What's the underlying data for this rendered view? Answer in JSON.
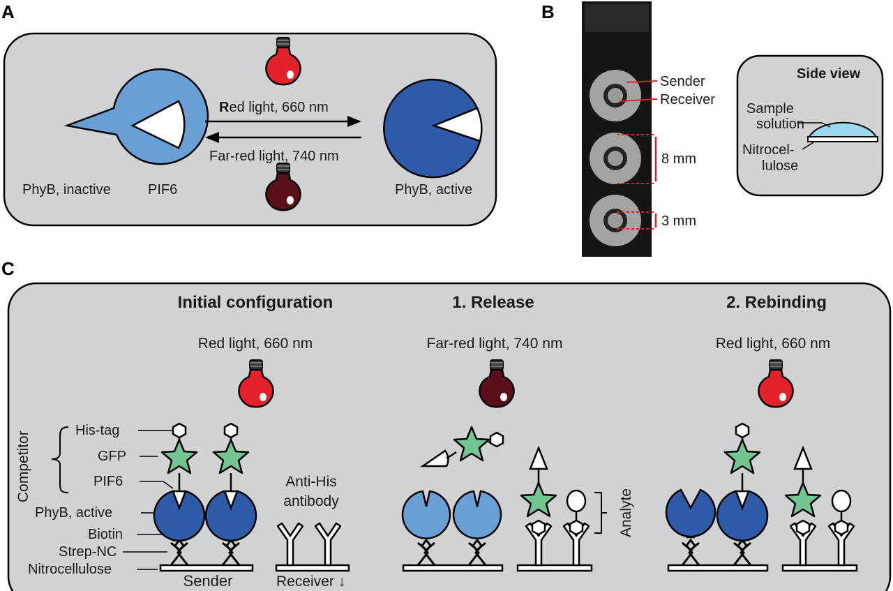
{
  "panels": {
    "a": "A",
    "b": "B",
    "c": "C"
  },
  "panel_a": {
    "phyb_inactive": "PhyB, inactive",
    "pif6": "PIF6",
    "phyb_active": "PhyB, active",
    "red_light_prefix": "R",
    "red_light_rest": "ed light, 660 nm",
    "far_red_light": "Far-red light, 740 nm"
  },
  "panel_b": {
    "sender": "Sender",
    "receiver": "Receiver",
    "dim_8mm": "8 mm",
    "dim_3mm": "3 mm",
    "side_view": {
      "title": "Side view",
      "sample_line1": "Sample",
      "sample_line2": "solution",
      "nitro_line1": "Nitrocel-",
      "nitro_line2": "lulose"
    }
  },
  "panel_c": {
    "stages": [
      {
        "title": "Initial configuration",
        "light": "Red light, 660 nm"
      },
      {
        "title": "1. Release",
        "light": "Far-red light, 740 nm"
      },
      {
        "title": "2. Rebinding",
        "light": "Red light, 660 nm"
      }
    ],
    "labels": {
      "competitor": "Competitor",
      "his_tag": "His-tag",
      "gfp": "GFP",
      "pif6": "PIF6",
      "phyb_active": "PhyB, active",
      "biotin": "Biotin",
      "strep_nc": "Strep-NC",
      "nitrocellulose": "Nitrocellulose",
      "anti_his_line1": "Anti-His",
      "anti_his_line2": "antibody",
      "analyte": "Analyte",
      "sender": "Sender",
      "receiver": "Receiver ↓"
    }
  },
  "colors": {
    "panel_bg": "#d1d2d4",
    "phyb_inactive": "#6a9fd6",
    "phyb_active": "#2f5aa8",
    "gfp": "#72c490",
    "red_bulb": "#e3222b",
    "far_red_bulb": "#5a0f1a",
    "sample": "#9ad8ef",
    "dimension": "#e0202a"
  }
}
